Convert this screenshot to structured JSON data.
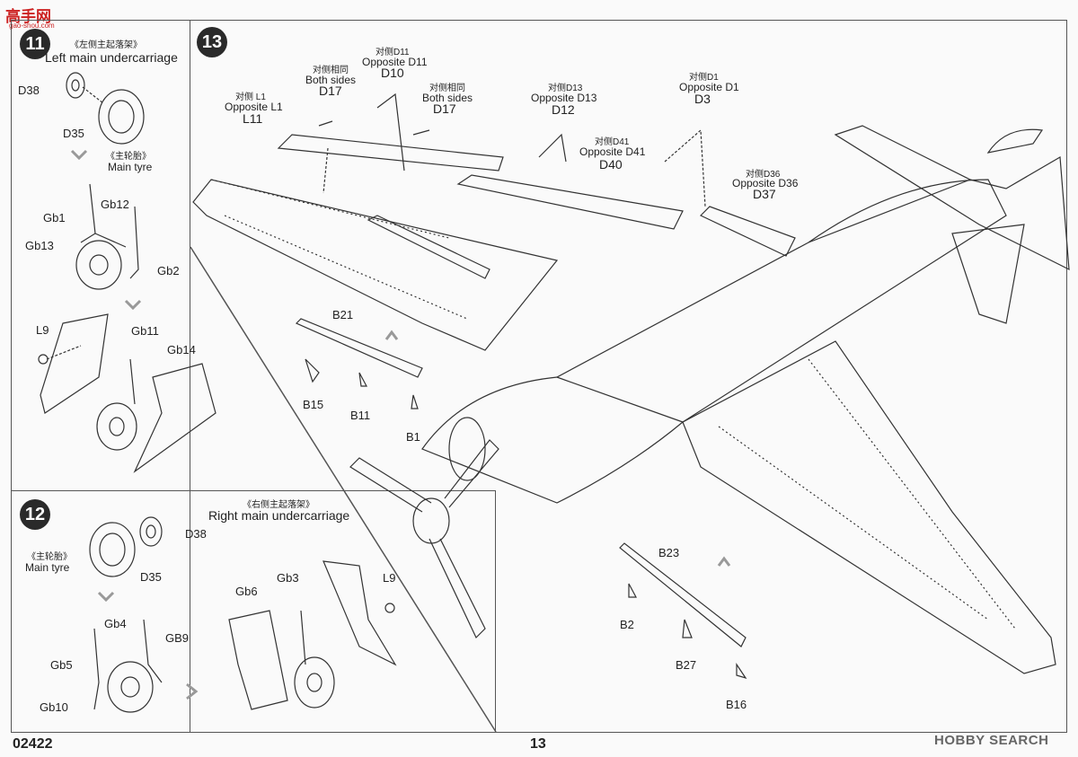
{
  "site_logo": {
    "text": "高手网",
    "sub": "gao-shou.com"
  },
  "step11": {
    "number": "11",
    "title_cn": "《左侧主起落架》",
    "title_en": "Left main undercarriage",
    "parts": {
      "d38": "D38",
      "d35": "D35",
      "tyre_cn": "《主轮胎》",
      "tyre_en": "Main tyre",
      "gb12": "Gb12",
      "gb1": "Gb1",
      "gb13": "Gb13",
      "gb2": "Gb2",
      "l9": "L9",
      "gb11": "Gb11",
      "gb14": "Gb14"
    }
  },
  "step12": {
    "number": "12",
    "title_cn": "《右侧主起落架》",
    "title_en": "Right main undercarriage",
    "parts": {
      "d38": "D38",
      "d35": "D35",
      "tyre_cn": "《主轮胎》",
      "tyre_en": "Main tyre",
      "gb4": "Gb4",
      "gb9": "GB9",
      "gb5": "Gb5",
      "gb10": "Gb10",
      "gb6": "Gb6",
      "gb3": "Gb3",
      "l9": "L9"
    }
  },
  "step13": {
    "number": "13",
    "callouts": {
      "l11_cn": "对侧 L1",
      "l11_en": "Opposite L1",
      "l11": "L11",
      "d17a_cn": "对侧相同",
      "d17a_en": "Both sides",
      "d17a": "D17",
      "d10_cn": "对侧D11",
      "d10_en": "Opposite D11",
      "d10": "D10",
      "d17b_cn": "对侧相同",
      "d17b_en": "Both sides",
      "d17b": "D17",
      "d12_cn": "对侧D13",
      "d12_en": "Opposite D13",
      "d12": "D12",
      "d40_cn": "对侧D41",
      "d40_en": "Opposite D41",
      "d40": "D40",
      "d3_cn": "对侧D1",
      "d3_en": "Opposite D1",
      "d3": "D3",
      "d37_cn": "对侧D36",
      "d37_en": "Opposite D36",
      "d37": "D37",
      "b21": "B21",
      "b15": "B15",
      "b11": "B11",
      "b1": "B1",
      "b23": "B23",
      "b2": "B2",
      "b27": "B27",
      "b16": "B16"
    }
  },
  "footer": {
    "code": "02422",
    "page": "13",
    "watermark": "HOBBY SEARCH"
  }
}
